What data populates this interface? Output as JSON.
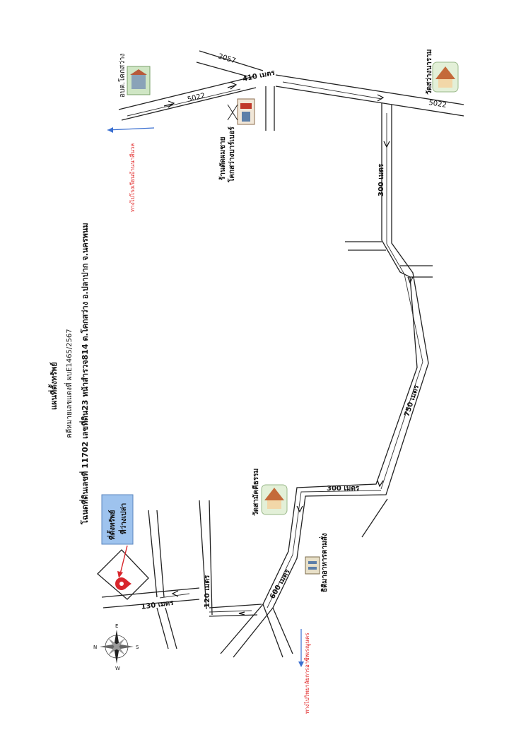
{
  "title": {
    "line1": "แผนที่ตั้งทรัพย์",
    "line2": "คดีหมายเลขแดงที่ ผบE1465/2567",
    "line3": "โฉนดที่ดินเลขที่ 11702 เลขที่ดิน23 หน้าสำรวจ814 ต.โคกสว่าง อ.ปลาปาก จ.นครพนม"
  },
  "road_labels": {
    "r2057": "2057",
    "r5022_left": "5022",
    "r5022_right": "5022"
  },
  "distances": {
    "d410": "410 เมตร",
    "d300_top": "300 เมตร",
    "d750": "750 เมตร",
    "d300_mid": "300 เมตร",
    "d600": "600 เมตร",
    "d120": "120 เมตร",
    "d130": "130 เมตร"
  },
  "landmarks": {
    "school": "อบต.โคกสว่าง",
    "shop_l1": "ร้านตัดผมชาย",
    "shop_l2": "โคกสว่างบาร์เบอร์",
    "temple_top": "วัดสว่างนาราม",
    "temple_mid": "วัดสามัคคีธรรม",
    "building": "ธิติมาอาหารตามสั่ง"
  },
  "directions": {
    "to_school": "ทางไปโรงเรียนบ้านนาสีนวล",
    "to_college": "ทางไปวิทยาลัยการอาชีพเรณูนคร"
  },
  "property": {
    "label_l1": "ที่ตั้งทรัพย์",
    "label_l2": "ที่ว่างเปล่า"
  },
  "compass": {
    "n": "N",
    "e": "E",
    "s": "S",
    "w": "W"
  },
  "colors": {
    "road": "#222222",
    "label_red": "#e02020",
    "arrow_blue": "#3a6fd0",
    "property_box": "#9ec3ee",
    "pin": "#d8262c"
  }
}
